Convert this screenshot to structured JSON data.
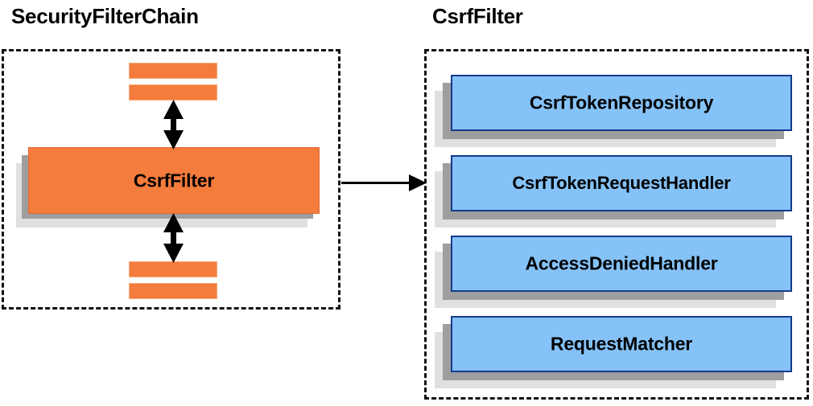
{
  "diagram": {
    "title_left": "SecurityFilterChain",
    "title_right": "CsrfFilter",
    "colors": {
      "orange_fill": "#f47c3c",
      "orange_border": "#e2673a",
      "blue_fill": "#85c2f7",
      "blue_border": "#143a8c",
      "shadow_mid": "#9e9e9e",
      "shadow_light": "#e0e0e0",
      "outline": "#111111",
      "text": "#000000"
    }
  },
  "left_panel": {
    "title": "SecurityFilterChain",
    "filter_box": {
      "label": "CsrfFilter"
    },
    "top_bars": [
      {
        "label": ""
      },
      {
        "label": ""
      }
    ],
    "bottom_bars": [
      {
        "label": ""
      },
      {
        "label": ""
      }
    ],
    "arrows": [
      {
        "name": "arrow-up-down-top",
        "direction": "bidirectional"
      },
      {
        "name": "arrow-up-down-bottom",
        "direction": "bidirectional"
      }
    ]
  },
  "connector": {
    "name": "csrffilter-expansion-arrow",
    "direction": "left-to-right",
    "from": "CsrfFilter",
    "to": "CsrfFilter details"
  },
  "right_panel": {
    "title": "CsrfFilter",
    "collaborators": [
      {
        "label": "CsrfTokenRepository"
      },
      {
        "label": "CsrfTokenRequestHandler"
      },
      {
        "label": "AccessDeniedHandler"
      },
      {
        "label": "RequestMatcher"
      }
    ]
  }
}
